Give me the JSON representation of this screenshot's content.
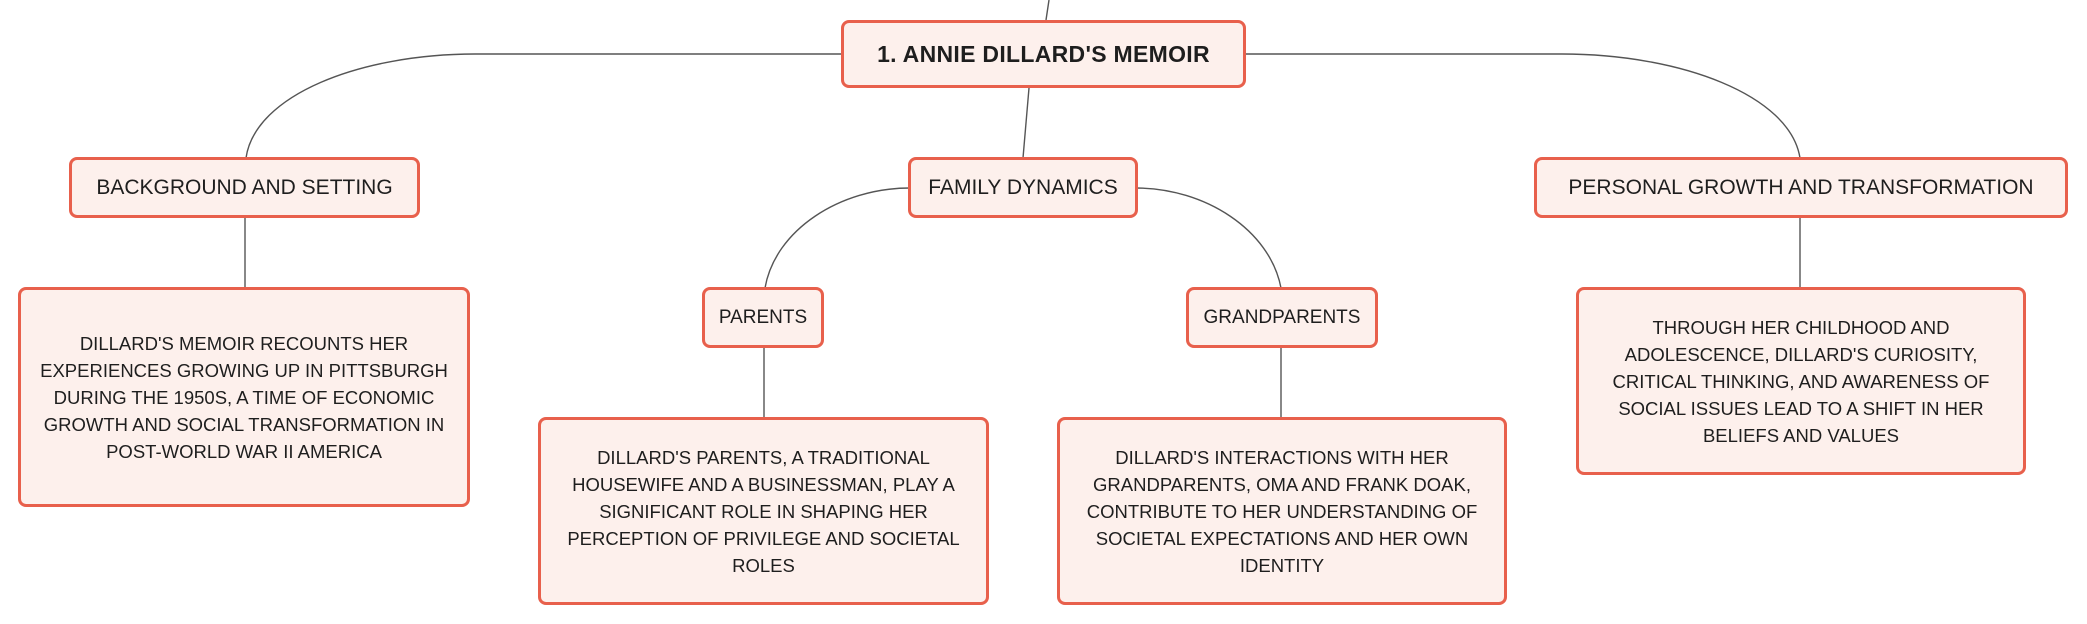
{
  "root": {
    "label": "1. ANNIE DILLARD'S MEMOIR"
  },
  "branches": [
    {
      "label": "BACKGROUND AND SETTING",
      "detail": "DILLARD'S MEMOIR RECOUNTS HER EXPERIENCES GROWING UP IN PITTSBURGH DURING THE 1950S, A TIME OF ECONOMIC GROWTH AND SOCIAL TRANSFORMATION IN POST-WORLD WAR II AMERICA"
    },
    {
      "label": "FAMILY DYNAMICS",
      "children": [
        {
          "label": "PARENTS",
          "detail": "DILLARD'S PARENTS, A TRADITIONAL HOUSEWIFE AND A BUSINESSMAN, PLAY A SIGNIFICANT ROLE IN SHAPING HER PERCEPTION OF PRIVILEGE AND SOCIETAL ROLES"
        },
        {
          "label": "GRANDPARENTS",
          "detail": "DILLARD'S INTERACTIONS WITH HER GRANDPARENTS, OMA AND FRANK DOAK, CONTRIBUTE TO HER UNDERSTANDING OF SOCIETAL EXPECTATIONS AND HER OWN IDENTITY"
        }
      ]
    },
    {
      "label": "PERSONAL GROWTH AND TRANSFORMATION",
      "detail": "THROUGH HER CHILDHOOD AND ADOLESCENCE, DILLARD'S CURIOSITY, CRITICAL THINKING, AND AWARENESS OF SOCIAL ISSUES LEAD TO A SHIFT IN HER BELIEFS AND VALUES"
    }
  ],
  "colors": {
    "border": "#e8604c",
    "fill": "#fdf0ec",
    "line": "#555555"
  }
}
